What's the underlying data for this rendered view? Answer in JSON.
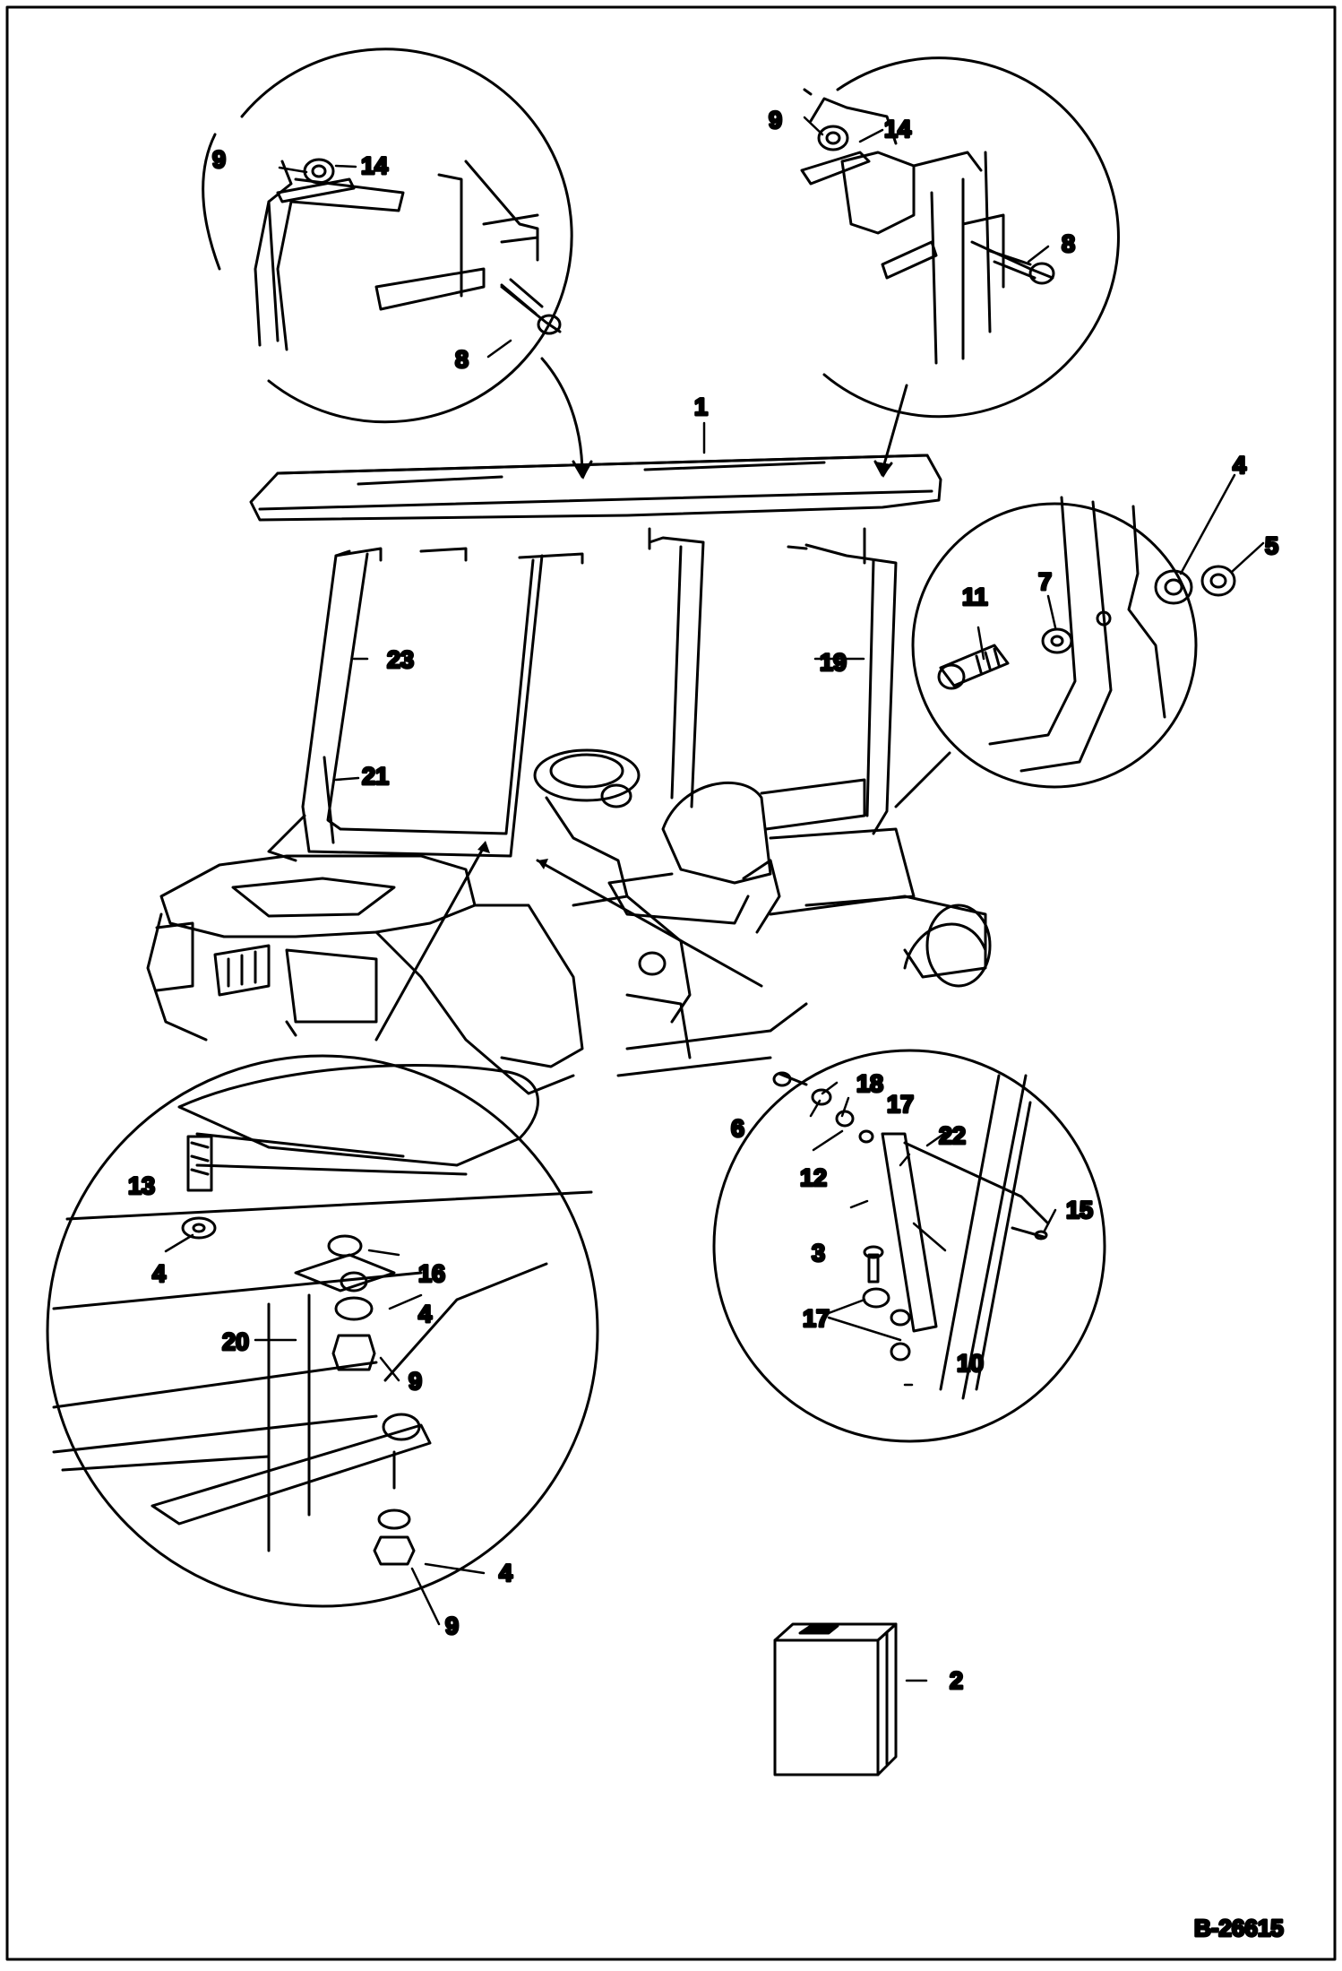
{
  "document_id": "B-26615",
  "callouts": [
    "1",
    "2",
    "3",
    "4",
    "5",
    "6",
    "7",
    "8",
    "9",
    "10",
    "11",
    "12",
    "13",
    "14",
    "15",
    "16",
    "17",
    "18",
    "19",
    "20",
    "21",
    "22",
    "23"
  ],
  "detail_views": [
    {
      "name": "canopy-left-attach-detail",
      "labels": [
        "9",
        "14",
        "8"
      ]
    },
    {
      "name": "canopy-right-attach-detail",
      "labels": [
        "9",
        "14",
        "8"
      ]
    },
    {
      "name": "canopy-rear-post-detail",
      "labels": [
        "4",
        "5",
        "7",
        "11"
      ]
    },
    {
      "name": "front-mount-detail",
      "labels": [
        "13",
        "4",
        "16",
        "4",
        "20",
        "9",
        "4",
        "9"
      ]
    },
    {
      "name": "support-strut-detail",
      "labels": [
        "18",
        "17",
        "6",
        "22",
        "12",
        "15",
        "3",
        "17",
        "10"
      ]
    }
  ]
}
